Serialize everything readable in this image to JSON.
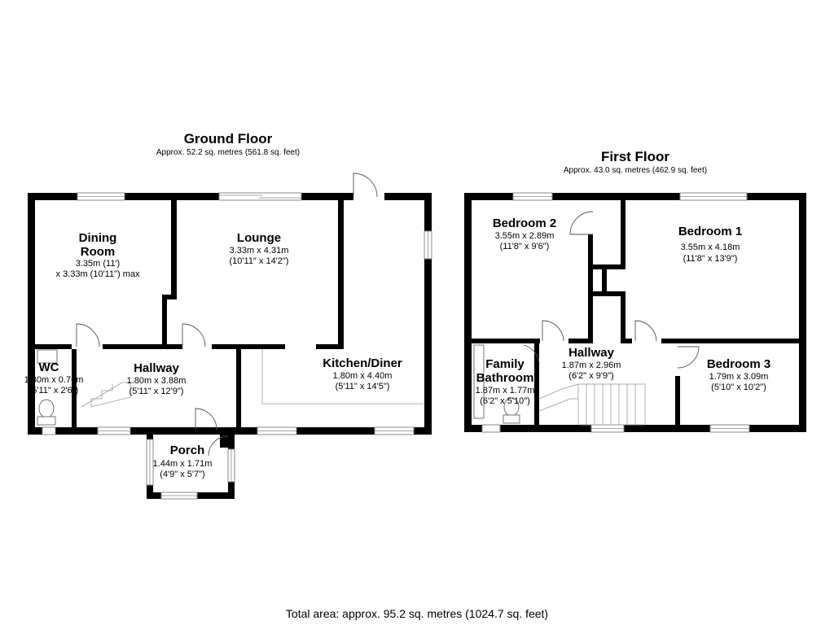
{
  "ground_floor": {
    "title": "Ground Floor",
    "area": "Approx. 52.2 sq. metres (561.8 sq. feet)",
    "rooms": {
      "dining_room": {
        "name_line1": "Dining",
        "name_line2": "Room",
        "dim1": "3.35m (11')",
        "dim2": "x 3.33m (10'11\") max"
      },
      "lounge": {
        "name": "Lounge",
        "dim1": "3.33m x 4.31m",
        "dim2": "(10'11\" x 14'2\")"
      },
      "wc": {
        "name": "WC",
        "dim1": "1.80m x 0.76m",
        "dim2": "(5'11\" x 2'6\")"
      },
      "hallway": {
        "name": "Hallway",
        "dim1": "1.80m x 3.88m",
        "dim2": "(5'11\" x 12'9\")"
      },
      "kitchen_diner": {
        "name": "Kitchen/Diner",
        "dim1": "1.80m x 4.40m",
        "dim2": "(5'11\" x 14'5\")"
      },
      "porch": {
        "name": "Porch",
        "dim1": "1.44m x 1.71m",
        "dim2": "(4'9\" x 5'7\")"
      }
    }
  },
  "first_floor": {
    "title": "First Floor",
    "area": "Approx. 43.0 sq. metres (462.9 sq. feet)",
    "rooms": {
      "bedroom2": {
        "name": "Bedroom 2",
        "dim1": "3.55m x 2.89m",
        "dim2": "(11'8\" x 9'6\")"
      },
      "bedroom1": {
        "name": "Bedroom 1",
        "dim1": "3.55m x 4.18m",
        "dim2": "(11'8\" x 13'9\")"
      },
      "family_bathroom": {
        "name_line1": "Family",
        "name_line2": "Bathroom",
        "dim1": "1.87m x 1.77m",
        "dim2": "(6'2\" x 5'10\")"
      },
      "hallway": {
        "name": "Hallway",
        "dim1": "1.87m x 2.96m",
        "dim2": "(6'2\" x 9'9\")"
      },
      "bedroom3": {
        "name": "Bedroom 3",
        "dim1": "1.79m x 3.09m",
        "dim2": "(5'10\" x 10'2\")"
      }
    }
  },
  "total_area": "Total area: approx. 95.2 sq. metres (1024.7 sq. feet)"
}
